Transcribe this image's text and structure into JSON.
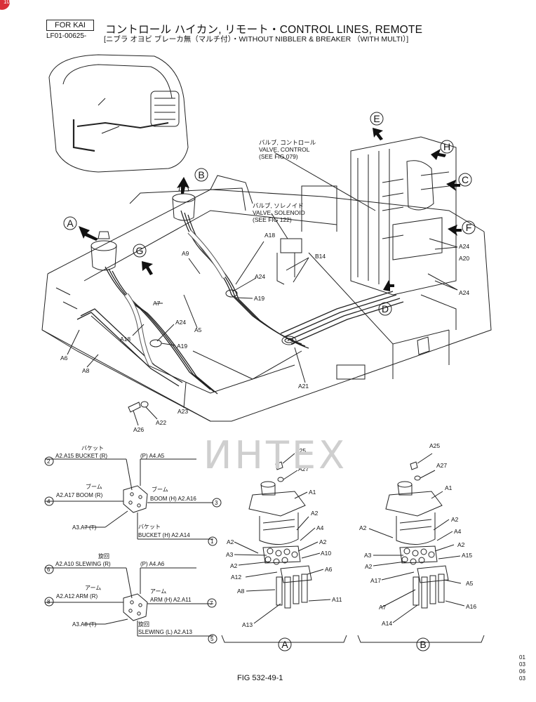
{
  "header": {
    "tag": "FOR KAI",
    "code": "LF01-00625-",
    "title": "コントロール ハイカン, リモート・CONTROL LINES, REMOTE",
    "subtitle": "[ニブラ オヨビ ブレーカ無（マルチ付）・WITHOUT NIBBLER & BREAKER （WITH MULTI）]"
  },
  "callouts": {
    "valve_control": [
      "バルブ, コントロール",
      "VALVE, CONTROL",
      "(SEE FIG 079)"
    ],
    "valve_solenoid": [
      "バルブ, ソレノイド",
      "VALVE, SOLENOID",
      "(SEE FIG 122)"
    ]
  },
  "views": [
    "A",
    "B",
    "C",
    "D",
    "E",
    "F",
    "G",
    "H"
  ],
  "part_labels": {
    "a18_top": "A18",
    "a9": "A9",
    "a24_top": "A24",
    "a19_top": "A19",
    "b14": "B14",
    "a24_r1": "A24",
    "a20": "A20",
    "a24_r2": "A24",
    "a7": "A7",
    "a24_mid": "A24",
    "a5": "A5",
    "a18_mid": "A18",
    "a19_mid": "A19",
    "a6": "A6",
    "a8": "A8",
    "a21": "A21",
    "a23": "A23",
    "a22": "A22",
    "a26": "A26"
  },
  "ports_top": {
    "bucket_r_jp": "バケット",
    "bucket_r": "A2.A15 BUCKET (R)",
    "p_a4a5": "(P) A4.A5",
    "boom_r_jp": "ブーム",
    "boom_r": "A2.A17 BOOM (R)",
    "boom_h_jp": "ブーム",
    "boom_h": "BOOM (H) A2.A16",
    "t_a3a7": "A3.A7 (T)",
    "bucket_h_jp": "バケット",
    "bucket_h": "BUCKET (H) A2.A14"
  },
  "ports_bottom": {
    "slew_r_jp": "旋回",
    "slew_r": "A2.A10 SLEWING (R)",
    "p_a4a6": "(P) A4.A6",
    "arm_r_jp": "アーム",
    "arm_r": "A2.A12 ARM (R)",
    "arm_h_jp": "アーム",
    "arm_h": "ARM (H) A2.A11",
    "t_a3a8": "A3.A8 (T)",
    "slew_l_jp": "旋回",
    "slew_l": "SLEWING (L) A2.A13"
  },
  "circled_numbers": [
    "2",
    "4",
    "3",
    "1",
    "6",
    "8",
    "7",
    "5"
  ],
  "exploded_a": {
    "a25": "A25",
    "a27": "A27",
    "a1": "A1",
    "a2_1": "A2",
    "a4": "A4",
    "a2_2": "A2",
    "a2_3": "A2",
    "a3": "A3",
    "a10": "A10",
    "a2_4": "A2",
    "a6": "A6",
    "a12": "A12",
    "a8": "A8",
    "a11": "A11",
    "a13": "A13",
    "view": "A"
  },
  "exploded_b": {
    "a25": "A25",
    "a27": "A27",
    "a1": "A1",
    "a2_1": "A2",
    "a2_2": "A2",
    "a4": "A4",
    "a3": "A3",
    "a2_3": "A2",
    "a15": "A15",
    "a2_4": "A2",
    "a17": "A17",
    "a5": "A5",
    "a7": "A7",
    "a16": "A16",
    "a14": "A14",
    "view": "B"
  },
  "watermark": "ИНТЕХ",
  "figure": "FIG 532-49-1",
  "margin_numbers": [
    "01",
    "03",
    "06",
    "03"
  ]
}
